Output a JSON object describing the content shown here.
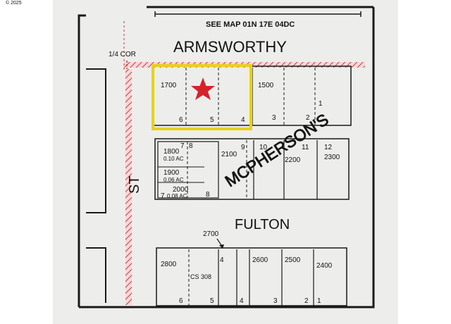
{
  "photo_credit": "© 2025",
  "see_map": "SEE MAP 01N 17E 04DC",
  "streets": {
    "north": "ARMSWORTHY",
    "middle": "FULTON",
    "west": "ST"
  },
  "quarter_corner": "1/4 COR",
  "diagonal_label": "MCPHERSON'S",
  "subject_marker": "star-icon",
  "parcels": {
    "p1700": "1700",
    "p1500": "1500",
    "p1800": "1800",
    "p1800_area": "0.10 AC",
    "p1900": "1900",
    "p1900_area": "0.06 AC",
    "p2000": "2000",
    "p2000_area": "0.08 AC",
    "p2100": "2100",
    "p2200": "2200",
    "p2300": "2300",
    "p2700": "2700",
    "p2800": "2800",
    "p2600": "2600",
    "p2500": "2500",
    "p2400": "2400",
    "cs": "CS 308"
  },
  "lots_top": {
    "l6": "6",
    "l5": "5",
    "l4": "4",
    "l3": "3",
    "l2": "2",
    "l1": "1"
  },
  "lots_mid": {
    "l7": "7",
    "l8": "8",
    "l9": "9",
    "l10": "10",
    "l11": "11",
    "l12": "12",
    "l7b": "7",
    "l8b": "8"
  },
  "lots_bottom": {
    "l4": "4",
    "l6": "6",
    "l5": "5",
    "l4b": "4",
    "l3": "3",
    "l2": "2",
    "l1": "1"
  },
  "colors": {
    "background": "#ffffff",
    "sheet": "#ededeb",
    "line": "#1a1a1a",
    "highlight": "#e6d21a",
    "star": "#d4232a",
    "hatch": "#d23a3a"
  }
}
